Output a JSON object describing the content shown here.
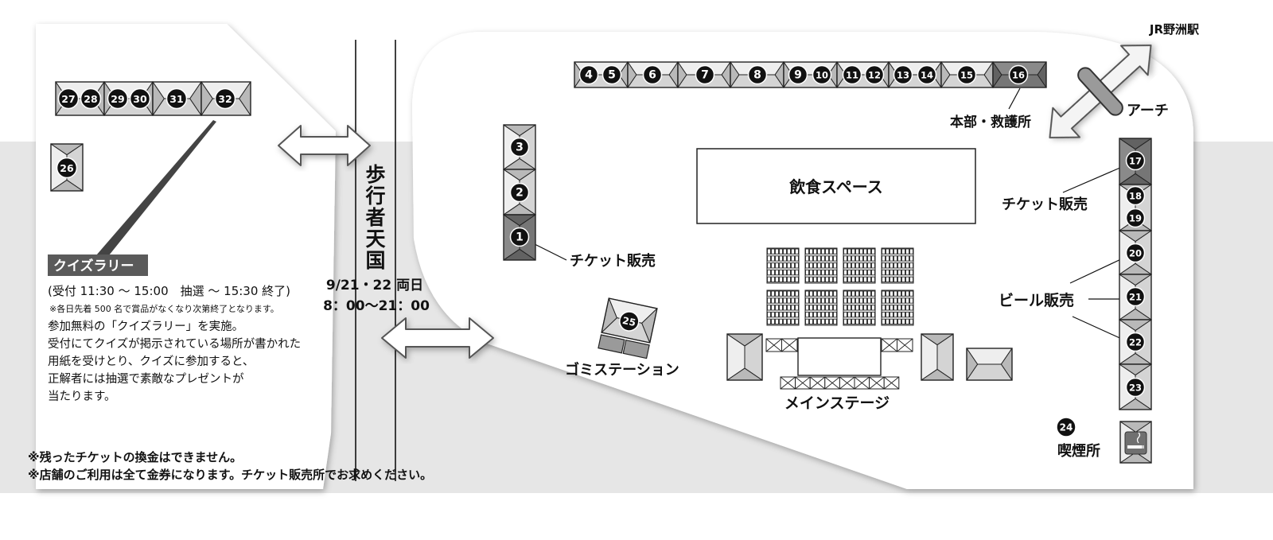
{
  "labels": {
    "station": "JR野洲駅",
    "arch": "アーチ",
    "headquarters": "本部・救護所",
    "street": "歩行者天国",
    "food_space": "飲食スペース",
    "main_stage": "メインステージ",
    "garbage_station": "ゴミステーション",
    "ticket_sales_left": "チケット販売",
    "ticket_sales_right": "チケット販売",
    "beer_sales": "ビール販売",
    "smoking_area": "喫煙所"
  },
  "schedule": {
    "dates": "9/21・22 両日",
    "hours": "8：00～21：00"
  },
  "booths": {
    "top_row": [
      "4",
      "5",
      "6",
      "7",
      "8",
      "9",
      "10",
      "11",
      "12",
      "13",
      "14",
      "15",
      "16"
    ],
    "left_column": [
      "3",
      "2",
      "1"
    ],
    "right_column": [
      "17",
      "18",
      "19",
      "20",
      "21",
      "22",
      "23"
    ],
    "quiz_row": [
      "27",
      "28",
      "29",
      "30",
      "31",
      "32"
    ],
    "smoking": "24",
    "garbage": "25",
    "quiz_side": "26"
  },
  "quiz": {
    "title": "クイズラリー",
    "hours": "(受付 11:30 ～ 15:00　抽選 ～ 15:30 終了)",
    "note": "※各日先着 500 名で賞品がなくなり次第終了となります。",
    "description": [
      "参加無料の「クイズラリー」を実施。",
      "受付にてクイズが掲示されている場所が書かれた",
      "用紙を受けとり、クイズに参加すると、",
      "正解者には抽選で素敵なプレゼントが",
      "当たります。"
    ]
  },
  "footnotes": [
    "※残ったチケットの換金はできません。",
    "※店舗のご利用は全て金券になります。チケット販売所でお求めください。"
  ],
  "colors": {
    "background_band": "#e6e6e6",
    "booth_roof_light": "#eeeeee",
    "booth_roof_shade": "#d4d4d4",
    "booth_roof_end": "#b9b9b9",
    "booth_dark": "#8a8a8a",
    "booth_dark_shade": "#767676",
    "booth_dark_end": "#626262",
    "marker": "#111111"
  }
}
